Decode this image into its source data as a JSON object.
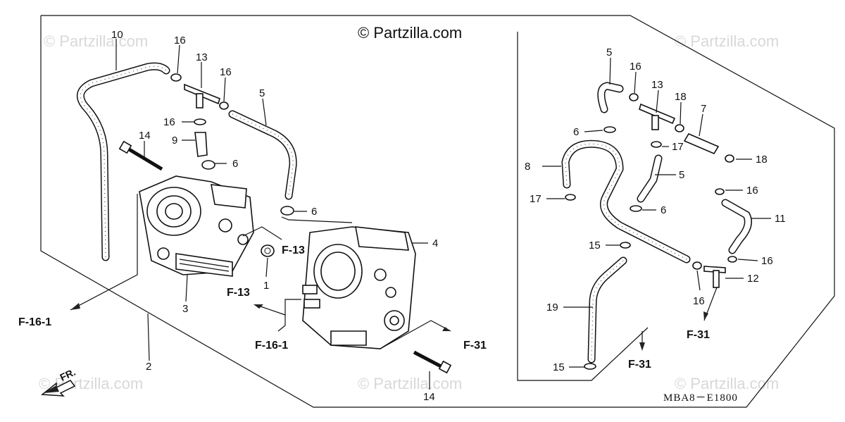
{
  "watermark": {
    "text": "© Partzilla.com",
    "header_text": "© Partzilla.com"
  },
  "drawing_code": "MBA8－E1800",
  "front_indicator": "FR.",
  "references": {
    "f13_a": "F-13",
    "f13_b": "F-13",
    "f161_left": "F-16-1",
    "f161_mid": "F-16-1",
    "f31_mid": "F-31",
    "f31_right_a": "F-31",
    "f31_right_b": "F-31"
  },
  "callouts": {
    "c10": "10",
    "c16a": "16",
    "c13a": "13",
    "c16b": "16",
    "c5a": "5",
    "c16c": "16",
    "c9": "9",
    "c6a": "6",
    "c14a": "14",
    "c6b": "6",
    "c4": "4",
    "c1": "1",
    "c3": "3",
    "c2": "2",
    "c14b": "14",
    "c5b": "5",
    "c16d": "16",
    "c13b": "13",
    "c18a": "18",
    "c7": "7",
    "c6c": "6",
    "c17a": "17",
    "c8": "8",
    "c18b": "18",
    "c5c": "5",
    "c17b": "17",
    "c6d": "6",
    "c16e": "16",
    "c11": "11",
    "c15a": "15",
    "c16f": "16",
    "c12": "12",
    "c19": "19",
    "c16g": "16",
    "c15b": "15"
  }
}
